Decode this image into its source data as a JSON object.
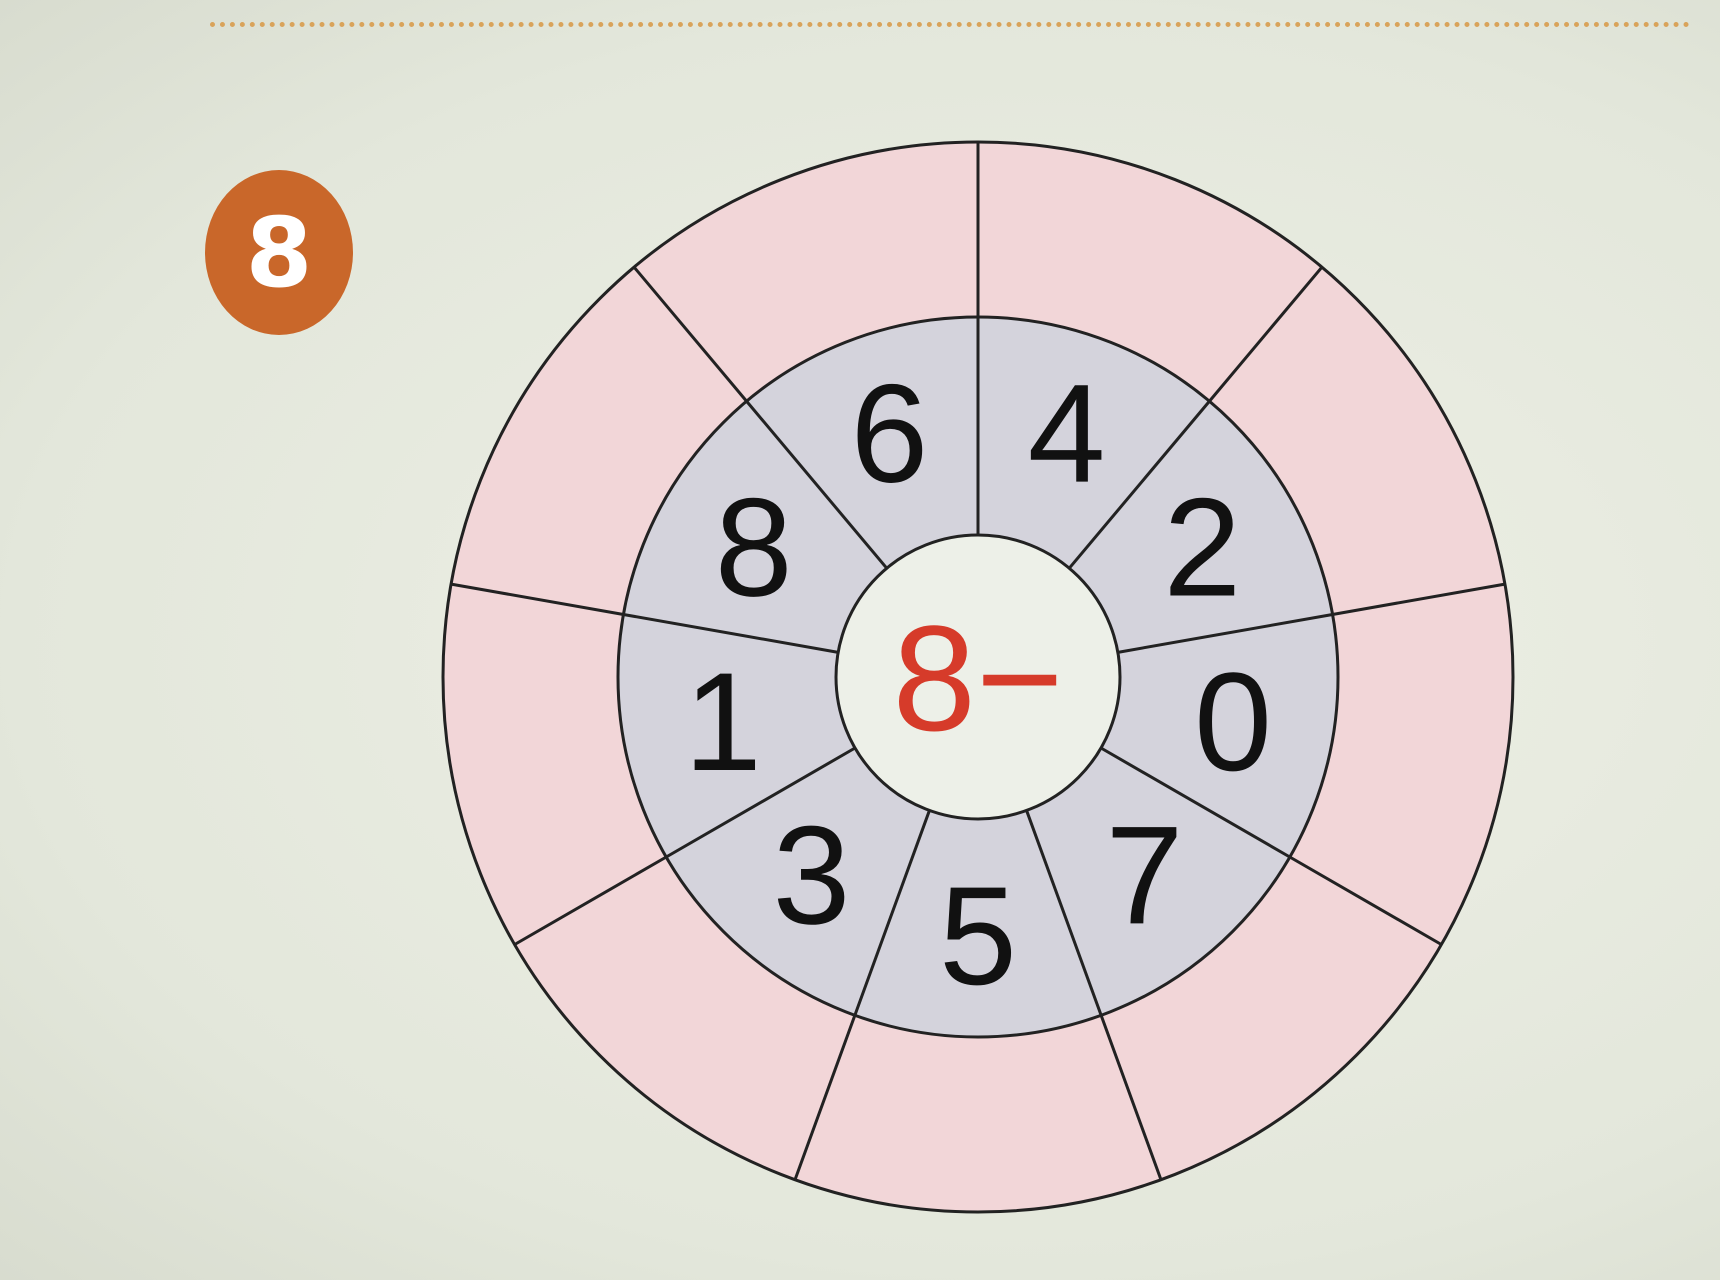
{
  "problem_number": "8",
  "center_expression": "8−",
  "inner_numbers": [
    "4",
    "2",
    "0",
    "7",
    "5",
    "3",
    "1",
    "8",
    "6"
  ],
  "colors": {
    "outer_ring": "#f2d6d8",
    "inner_ring": "#d4d3dc",
    "center": "#edf0e8",
    "badge": "#c9672a",
    "center_text": "#d63b2a"
  }
}
